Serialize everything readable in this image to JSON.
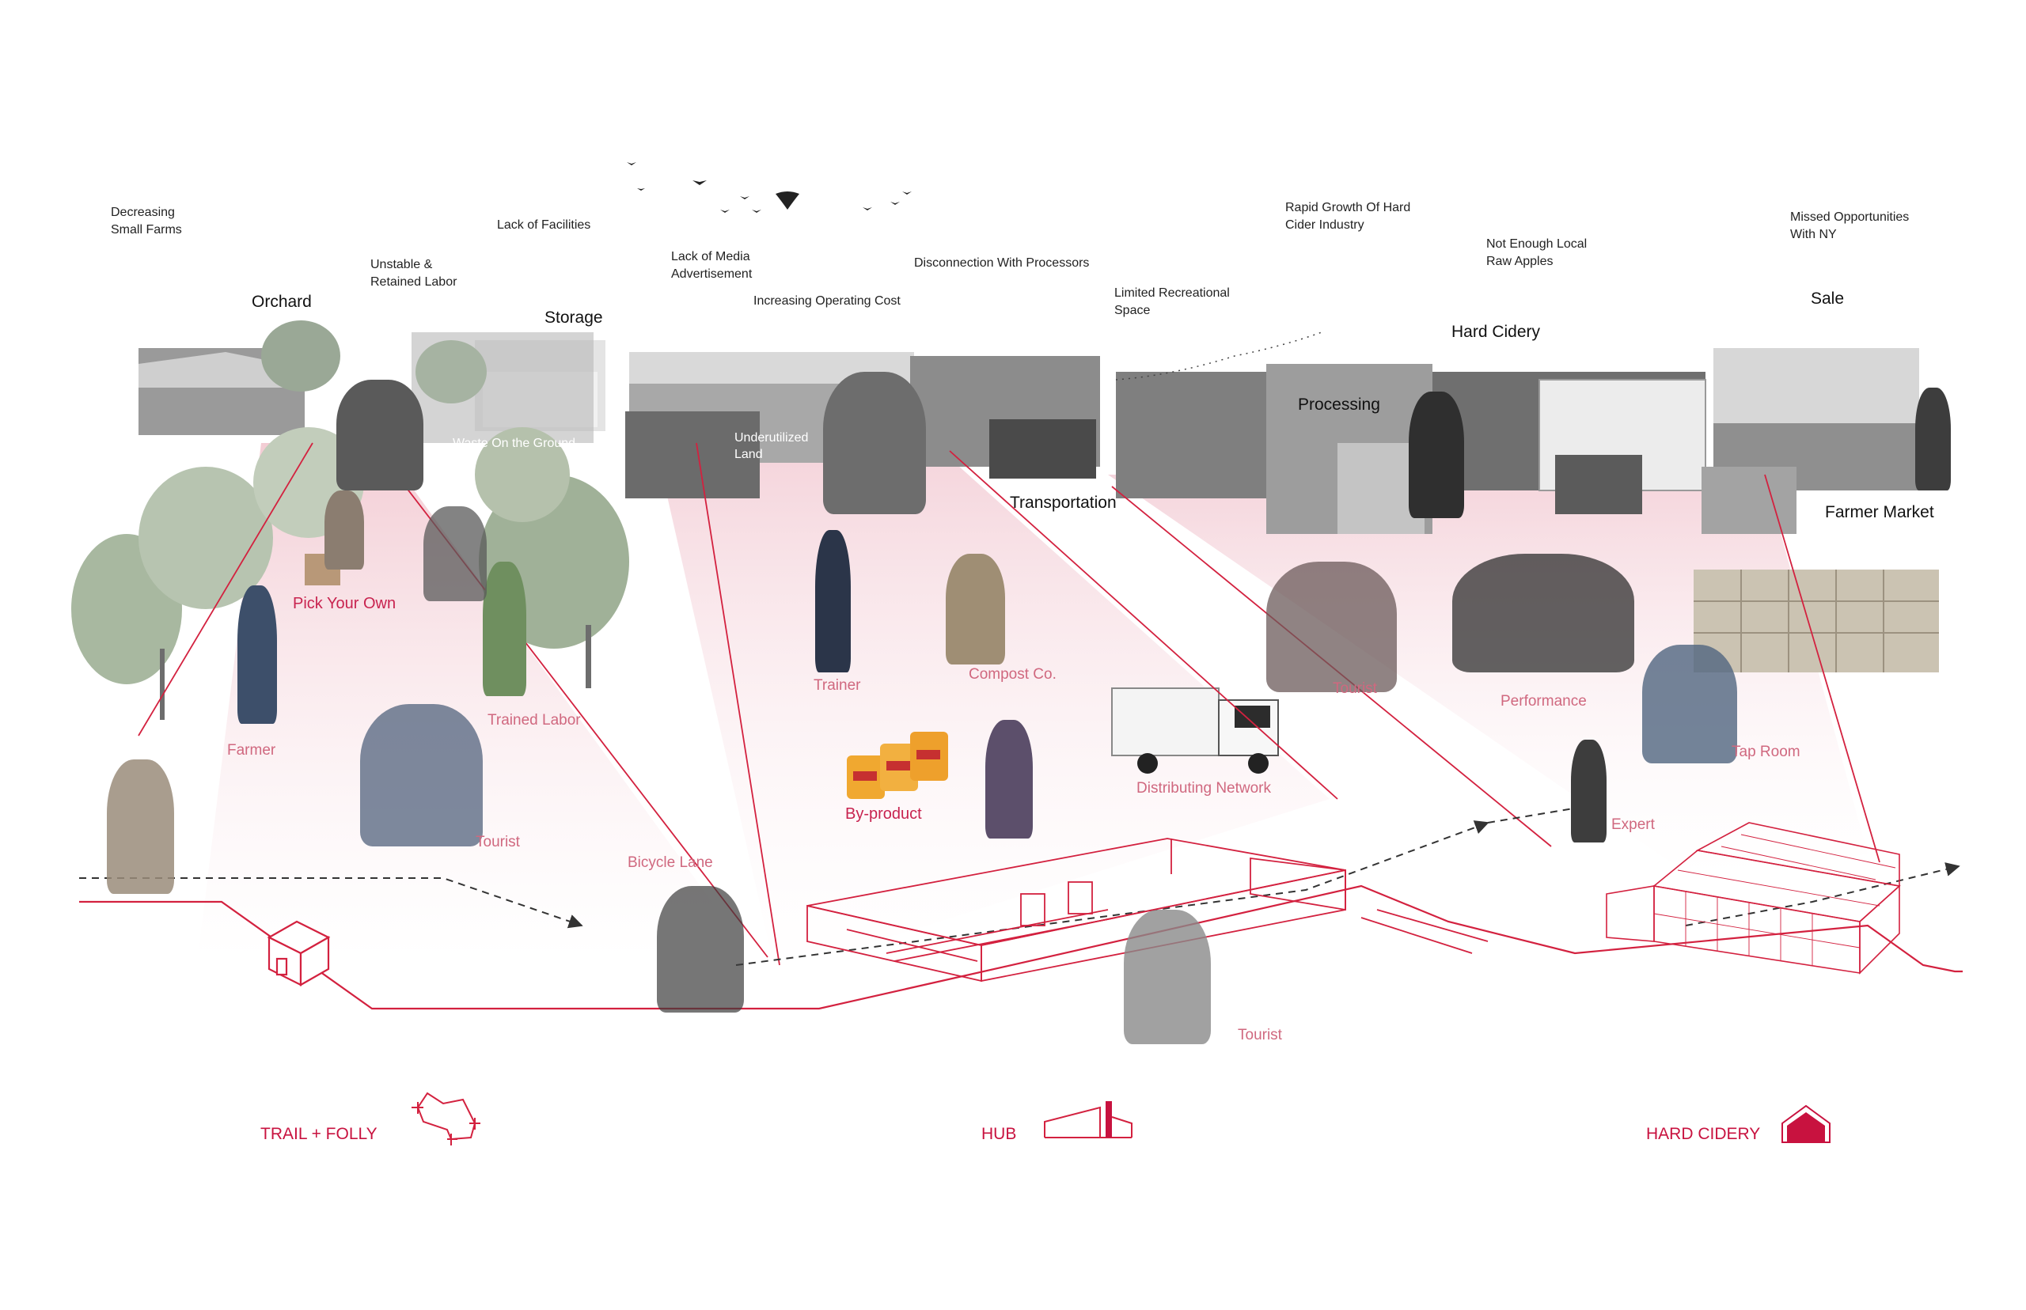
{
  "issues": [
    {
      "id": "decreasing-small-farms",
      "text": "Decreasing\nSmall Farms"
    },
    {
      "id": "unstable-labor",
      "text": "Unstable &\nRetained Labor"
    },
    {
      "id": "lack-facilities",
      "text": "Lack of Facilities"
    },
    {
      "id": "lack-media",
      "text": "Lack of Media\nAdvertisement"
    },
    {
      "id": "increasing-cost",
      "text": "Increasing Operating Cost"
    },
    {
      "id": "disconnection",
      "text": "Disconnection With Processors"
    },
    {
      "id": "limited-rec",
      "text": "Limited Recreational\nSpace"
    },
    {
      "id": "rapid-growth",
      "text": "Rapid Growth Of Hard\nCider Industry"
    },
    {
      "id": "not-enough-apples",
      "text": "Not Enough Local\nRaw Apples"
    },
    {
      "id": "missed-opps",
      "text": "Missed Opportunities\nWith NY"
    }
  ],
  "stages": {
    "orchard": "Orchard",
    "storage": "Storage",
    "processing": "Processing",
    "hard_cidery": "Hard Cidery",
    "transportation": "Transportation",
    "sale": "Sale",
    "farmer_market": "Farmer Market"
  },
  "photo_labels": {
    "waste": "Waste On the Ground",
    "underutilized": "Underutilized\nLand"
  },
  "actors": {
    "pick_your_own": "Pick Your Own",
    "farmer": "Farmer",
    "trained_labor": "Trained Labor",
    "tourist_1": "Tourist",
    "bicycle_lane": "Bicycle Lane",
    "trainer": "Trainer",
    "compost": "Compost Co.",
    "byproduct": "By-product",
    "distributing": "Distributing Network",
    "tourist_2": "Tourist",
    "performance": "Performance",
    "tap_room": "Tap Room",
    "expert": "Expert",
    "tourist_3": "Tourist"
  },
  "legend": {
    "trail": "TRAIL + FOLLY",
    "hub": "HUB",
    "cidery": "HARD CIDERY"
  },
  "colors": {
    "accent": "#c8123f",
    "accent_soft": "#d0687f",
    "line": "#d3213f"
  }
}
